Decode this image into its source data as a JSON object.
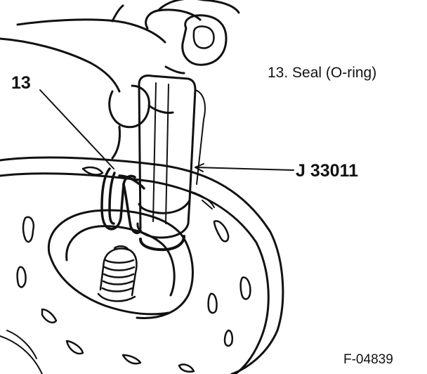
{
  "diagram": {
    "callout_number": "13",
    "tool_label": "J 33011",
    "legend": "13.  Seal (O-ring)",
    "figure_id": "F-04839"
  }
}
